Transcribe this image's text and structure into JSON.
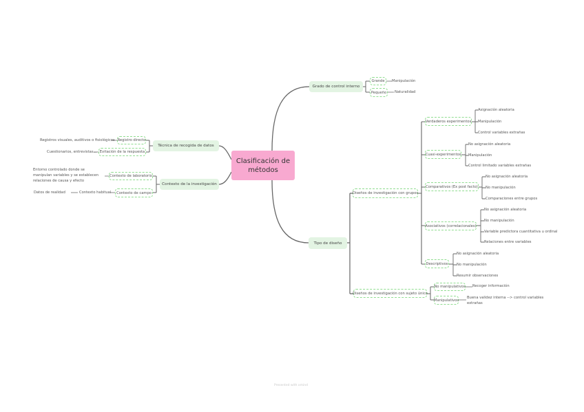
{
  "center": {
    "line1": "Clasificación de",
    "line2": "métodos"
  },
  "branches": {
    "control": {
      "label": "Grado de control interno",
      "children": [
        {
          "label": "Grande",
          "leaf": "Manipulación"
        },
        {
          "label": "Pequeño",
          "leaf": "Naturalidad"
        }
      ]
    },
    "tecnica": {
      "label": "Técnica de recogida de datos",
      "children": [
        {
          "label": "Registro directo",
          "leaf": "Registros visuales, auditivos o fisiológicos"
        },
        {
          "label": "Evitación de la respuesta",
          "leaf": "Cuestionarios, entrevistas..."
        }
      ]
    },
    "contexto": {
      "label": "Contexto de la investigación",
      "children": [
        {
          "label": "Contexto de laboratorio",
          "leaf": "Entorno controlado donde se manipulan variables y se establecen relaciones de causa y efecto"
        },
        {
          "label": "Contexto de campo",
          "leaf": "Contexto habitual",
          "leaf2": "Datos de realidad"
        }
      ]
    },
    "diseno": {
      "label": "Tipo de diseño",
      "grupos": {
        "label": "Diseños de investigación con grupos",
        "children": [
          {
            "label": "Verdaderos experimentos",
            "leaves": [
              "Asignación aleatoria",
              "Manipulación",
              "Control variables extrañas"
            ]
          },
          {
            "label": "Cuasi-experimentos",
            "leaves": [
              "No asignación aleatoria",
              "Manipulación",
              "Control limitado variables extrañas"
            ]
          },
          {
            "label": "Comparativos (Ex post facto)",
            "leaves": [
              "No asignación aleatoria",
              "No manipulación",
              "Comparaciones entre grupos"
            ]
          },
          {
            "label": "Asociativos (correlacionales)",
            "leaves": [
              "No asignación aleatoria",
              "No manipulación",
              "Variable predictora cuantitativa u ordinal",
              "Relaciones entre variables"
            ]
          },
          {
            "label": "Descriptivos",
            "leaves": [
              "No asignación aleatoria",
              "No manipulación",
              "Resumir observaciones"
            ]
          }
        ]
      },
      "unico": {
        "label": "Diseños de investigación con sujeto único",
        "children": [
          {
            "label": "No manipulativos",
            "leaf": "Recoger información"
          },
          {
            "label": "Manipulativos",
            "leaf": "Buena validez interna --> control variables extrañas"
          }
        ]
      }
    }
  },
  "footer": "Presented with xmind",
  "colors": {
    "center": "#f8a9d0",
    "main": "#e3f4e3",
    "border": "#8fdc8f",
    "line": "#666666"
  }
}
